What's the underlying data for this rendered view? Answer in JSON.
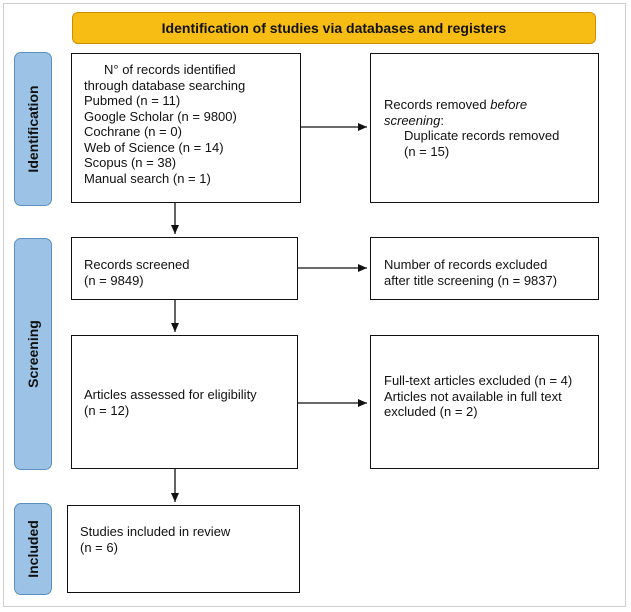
{
  "header": {
    "title": "Identification of studies via databases and registers"
  },
  "phases": {
    "identification": "Identification",
    "screening": "Screening",
    "included": "Included"
  },
  "identified": {
    "lines": [
      "N° of records identified",
      "through database searching",
      "Pubmed (n = 11)",
      "Google Scholar (n = 9800)",
      "Cochrane (n = 0)",
      "Web of Science (n = 14)",
      "Scopus (n = 38)",
      "Manual search (n = 1)"
    ]
  },
  "removed": {
    "line1_prefix": "Records removed ",
    "line1_italic": "before",
    "line2_italic": "screening",
    "line2_suffix": ":",
    "line3": "Duplicate records removed",
    "line4": "(n = 15)"
  },
  "screened": {
    "line1": "Records screened",
    "line2": "(n = 9849)"
  },
  "excluded_title": {
    "line1": "Number of records excluded",
    "line2": "after title screening (n = 9837)"
  },
  "assessed": {
    "line1": "Articles assessed for eligibility",
    "line2": "(n = 12)"
  },
  "excluded_fulltext": {
    "line1": "Full-text articles excluded (n = 4)",
    "line2": "Articles not available in full text",
    "line3": "excluded (n = 2)"
  },
  "included": {
    "line1": "Studies included in review",
    "line2": "(n = 6)"
  }
}
